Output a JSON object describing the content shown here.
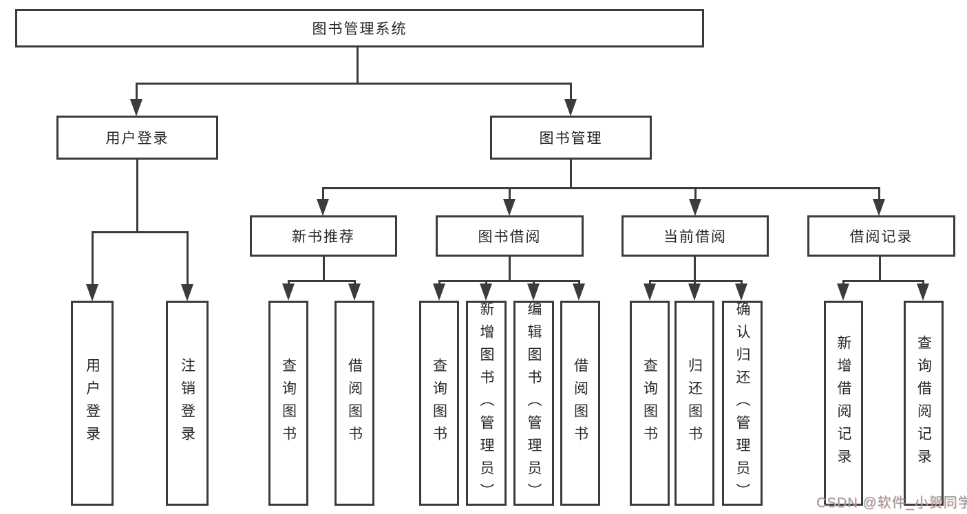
{
  "tree": {
    "root": "图书管理系统",
    "children": [
      {
        "label": "用户登录",
        "children": [
          "用户登录",
          "注销登录"
        ]
      },
      {
        "label": "图书管理",
        "children": [
          {
            "label": "新书推荐",
            "children": [
              "查询图书",
              "借阅图书"
            ]
          },
          {
            "label": "图书借阅",
            "children": [
              "查询图书",
              "新增图书（管理员）",
              "编辑图书（管理员）",
              "借阅图书"
            ]
          },
          {
            "label": "当前借阅",
            "children": [
              "查询图书",
              "归还图书",
              "确认归还（管理员）"
            ]
          },
          {
            "label": "借阅记录",
            "children": [
              "新增借阅记录",
              "查询借阅记录"
            ]
          }
        ]
      }
    ]
  },
  "watermark": "CSDN @软件_小贺同学",
  "colors": {
    "line": "#3b3b3b",
    "text": "#262626",
    "background": "#ffffff",
    "watermark": "#9b9b9b"
  }
}
